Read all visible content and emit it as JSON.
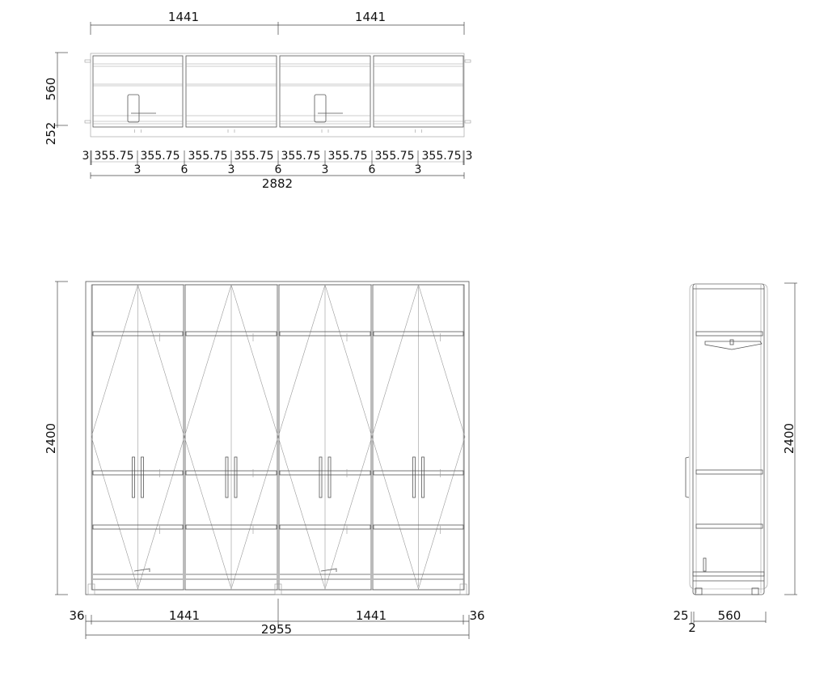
{
  "plan_view": {
    "top_dims": [
      "1441",
      "1441"
    ],
    "left_dims": [
      "560",
      "252"
    ],
    "segment_dims_upper": [
      "3",
      "355.75",
      "355.75",
      "355.75",
      "355.75",
      "355.75",
      "355.75",
      "355.75",
      "355.75",
      "3"
    ],
    "segment_dims_lower": [
      "3",
      "6",
      "3",
      "6",
      "3",
      "6",
      "3"
    ],
    "total": "2882"
  },
  "front_elevation": {
    "height": "2400",
    "bottom_dims": [
      "36",
      "1441",
      "1441",
      "36"
    ],
    "total": "2955"
  },
  "side_elevation": {
    "height": "2400",
    "bottom_dims": [
      "25",
      "2",
      "560"
    ]
  }
}
